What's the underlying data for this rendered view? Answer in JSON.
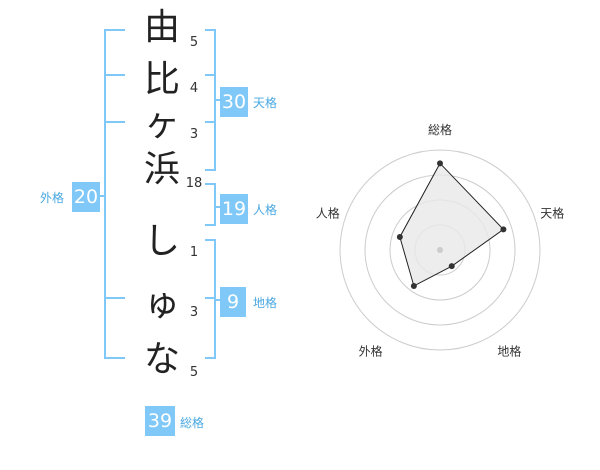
{
  "name_chars": [
    "由",
    "比",
    "ヶ",
    "浜",
    "し",
    "ゅ",
    "な"
  ],
  "strokes": [
    "5",
    "4",
    "3",
    "18",
    "1",
    "3",
    "5"
  ],
  "kakusu": {
    "tenkaku": {
      "value": "30",
      "label": "天格"
    },
    "jinkaku": {
      "value": "19",
      "label": "人格"
    },
    "chikaku": {
      "value": "9",
      "label": "地格"
    },
    "gaikaku": {
      "value": "20",
      "label": "外格"
    },
    "soukaku": {
      "value": "39",
      "label": "総格"
    }
  },
  "colors": {
    "accent": "#7fc8f8",
    "text": "#222222",
    "grid": "#cccccc",
    "polygon": "#e8e8e8"
  },
  "chart_data": {
    "type": "radar",
    "axes": [
      "総格",
      "天格",
      "地格",
      "外格",
      "人格"
    ],
    "values": [
      39,
      30,
      9,
      20,
      19
    ],
    "rmax": 45,
    "rings": 4
  }
}
